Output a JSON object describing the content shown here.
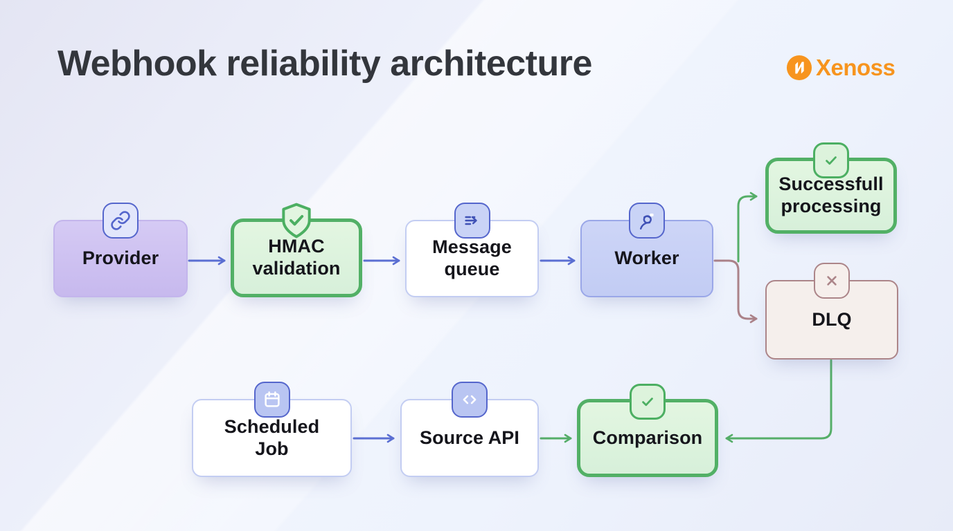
{
  "header": {
    "title": "Webhook reliability architecture"
  },
  "logo": {
    "name": "Xenoss",
    "color": "#F7941E"
  },
  "diagram": {
    "nodes": [
      {
        "id": "provider",
        "label": "Provider",
        "icon": "link-icon",
        "variant": "purple"
      },
      {
        "id": "hmac-validation",
        "label": "HMAC validation",
        "icon": "shield-check-icon",
        "variant": "green"
      },
      {
        "id": "message-queue",
        "label": "Message queue",
        "icon": "queue-arrow-icon",
        "variant": "white"
      },
      {
        "id": "worker",
        "label": "Worker",
        "icon": "worker-icon",
        "variant": "blue"
      },
      {
        "id": "successful-processing",
        "label": "Successfull processing",
        "icon": "check-icon",
        "variant": "green"
      },
      {
        "id": "dlq",
        "label": "DLQ",
        "icon": "x-icon",
        "variant": "rose"
      },
      {
        "id": "scheduled-job",
        "label": "Scheduled Job",
        "icon": "calendar-icon",
        "variant": "white"
      },
      {
        "id": "source-api",
        "label": "Source API",
        "icon": "code-icon",
        "variant": "white"
      },
      {
        "id": "comparison",
        "label": "Comparison",
        "icon": "check-icon",
        "variant": "green"
      }
    ],
    "edges": [
      {
        "from": "provider",
        "to": "hmac-validation",
        "color": "blue"
      },
      {
        "from": "hmac-validation",
        "to": "message-queue",
        "color": "blue"
      },
      {
        "from": "message-queue",
        "to": "worker",
        "color": "blue"
      },
      {
        "from": "worker",
        "to": "successful-processing",
        "color": "green"
      },
      {
        "from": "worker",
        "to": "dlq",
        "color": "rose"
      },
      {
        "from": "dlq",
        "to": "comparison",
        "color": "green"
      },
      {
        "from": "scheduled-job",
        "to": "source-api",
        "color": "blue"
      },
      {
        "from": "source-api",
        "to": "comparison",
        "color": "green"
      }
    ],
    "colors": {
      "edge_blue": "#5B6FD3",
      "edge_green": "#55AE68",
      "edge_rose": "#AB8289",
      "green_border": "#52B066",
      "purple_fill": "#CDC1F0",
      "green_fill": "#DEF3DD",
      "rose_fill": "#F5EFEC",
      "blue_fill": "#C9D2F5",
      "accent_orange": "#F7941E",
      "text_dark": "#15151B"
    }
  }
}
